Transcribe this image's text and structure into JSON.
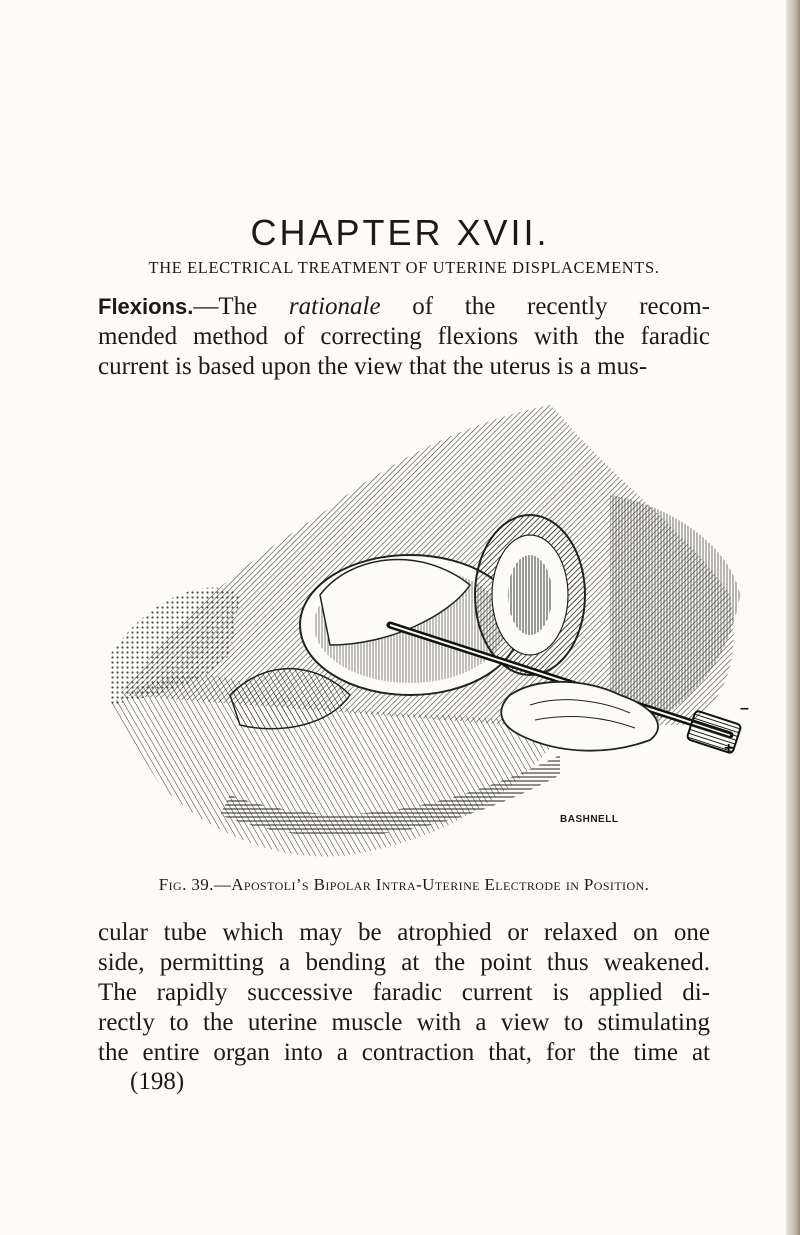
{
  "chapter": {
    "heading": "CHAPTER XVII.",
    "subtitle": "THE ELECTRICAL TREATMENT OF UTERINE DISPLACEMENTS."
  },
  "paragraph_top": {
    "runin_heading": "Flexions.",
    "line1_rest": "—The ",
    "line1_italic": "rationale",
    "line1_end": " of the recently recom-",
    "line2": "mended method of correcting flexions with the faradic",
    "line3": "current is based upon the view that the uterus is a mus-"
  },
  "figure": {
    "caption_prefix": "Fig. 39.",
    "caption_text": "—Apostoli’s Bipolar Intra-Uterine Electrode in Position.",
    "signature": "BASHNELL",
    "polarity_mark": "+"
  },
  "paragraph_bottom": {
    "line1": "cular tube which may be atrophied or relaxed on one",
    "line2": "side, permitting a bending at the point thus weakened.",
    "line3": "The rapidly successive faradic current is applied di-",
    "line4": "rectly to the uterine muscle with a view to stimulating",
    "line5": "the entire organ into a contraction that, for the time at"
  },
  "page_number": "(198)"
}
